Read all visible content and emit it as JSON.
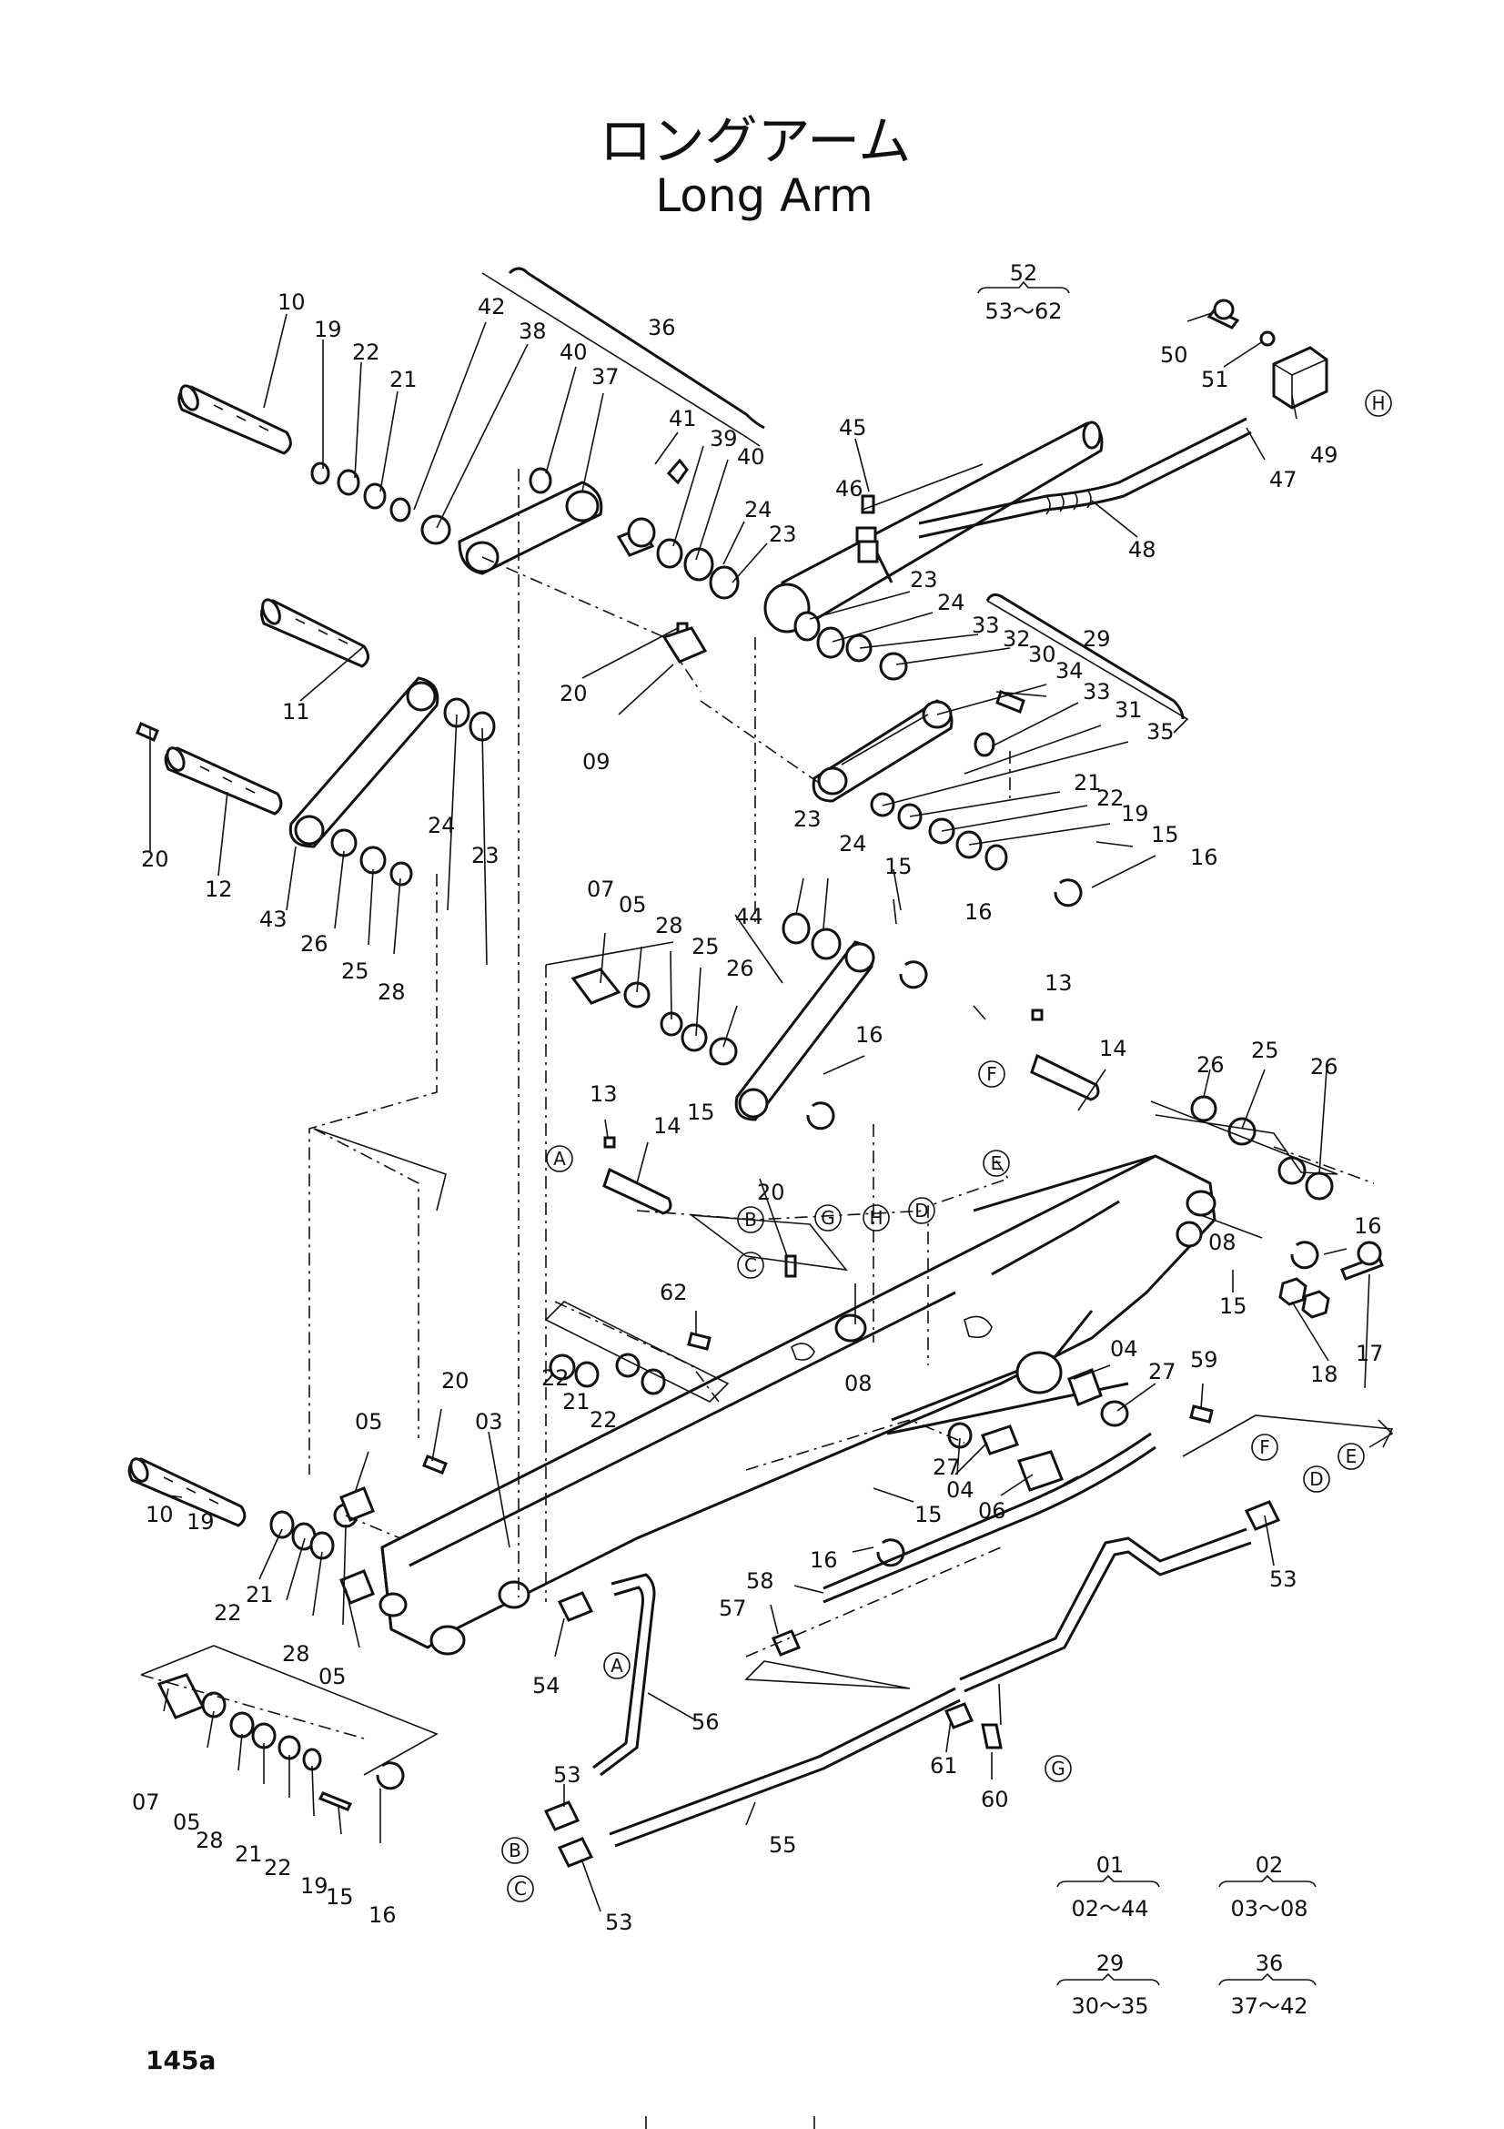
{
  "title": {
    "japanese": "ロングアーム",
    "english": "Long Arm"
  },
  "page_number": "145a",
  "callout_letters": [
    "A",
    "B",
    "C",
    "D",
    "E",
    "F",
    "G",
    "H"
  ],
  "groups": [
    {
      "parent": "52",
      "range": "53～62"
    },
    {
      "parent": "01",
      "range": "02～44"
    },
    {
      "parent": "02",
      "range": "03～08"
    },
    {
      "parent": "29",
      "range": "30～35"
    },
    {
      "parent": "36",
      "range": "37～42"
    }
  ],
  "bracket_labels": {
    "group36": "36",
    "group29": "29"
  },
  "part_labels": {
    "p10a": "10",
    "p19a": "19",
    "p22a": "22",
    "p21a": "21",
    "p42": "42",
    "p38": "38",
    "p40a": "40",
    "p37": "37",
    "p41": "41",
    "p39": "39",
    "p40b": "40",
    "p24a": "24",
    "p23a": "23",
    "p45": "45",
    "p46": "46",
    "p50": "50",
    "p51": "51",
    "p49": "49",
    "p47": "47",
    "p48": "48",
    "p23b": "23",
    "p24b": "24",
    "p33a": "33",
    "p32": "32",
    "p30": "30",
    "p34": "34",
    "p33b": "33",
    "p31": "31",
    "p35": "35",
    "p21b": "21",
    "p22b": "22",
    "p19b": "19",
    "p15a": "15",
    "p16a": "16",
    "p11": "11",
    "p20a": "20",
    "p12": "12",
    "p43": "43",
    "p24c": "24",
    "p23c": "23",
    "p26a": "26",
    "p25a": "25",
    "p28a": "28",
    "p20b": "20",
    "p09": "09",
    "p07a": "07",
    "p05a": "05",
    "p28b": "28",
    "p25b": "25",
    "p26b": "26",
    "p44": "44",
    "p23d": "23",
    "p24d": "24",
    "p15b": "15",
    "p16b": "16",
    "p16c": "16",
    "p15c": "15",
    "p13a": "13",
    "p14a": "14",
    "p13b": "13",
    "p14b": "14",
    "p20c": "20",
    "p62": "62",
    "p22c": "22",
    "p21c": "21",
    "p22d": "22",
    "p08a": "08",
    "p26c": "26",
    "p25c": "25",
    "p26d": "26",
    "p08b": "08",
    "p16d": "16",
    "p17": "17",
    "p18": "18",
    "p15d": "15",
    "p04a": "04",
    "p27a": "27",
    "p59": "59",
    "p27b": "27",
    "p04b": "04",
    "p06": "06",
    "p15e": "15",
    "p16e": "16",
    "p53a": "53",
    "p20d": "20",
    "p05b": "05",
    "p03": "03",
    "p10b": "10",
    "p19c": "19",
    "p22e": "22",
    "p21d": "21",
    "p28c": "28",
    "p05c": "05",
    "p58": "58",
    "p57": "57",
    "p54": "54",
    "p56": "56",
    "p07b": "07",
    "p05d": "05",
    "p28d": "28",
    "p21e": "21",
    "p22f": "22",
    "p19d": "19",
    "p15f": "15",
    "p16f": "16",
    "p53b": "53",
    "p53c": "53",
    "p55": "55",
    "p61": "61",
    "p60": "60"
  }
}
